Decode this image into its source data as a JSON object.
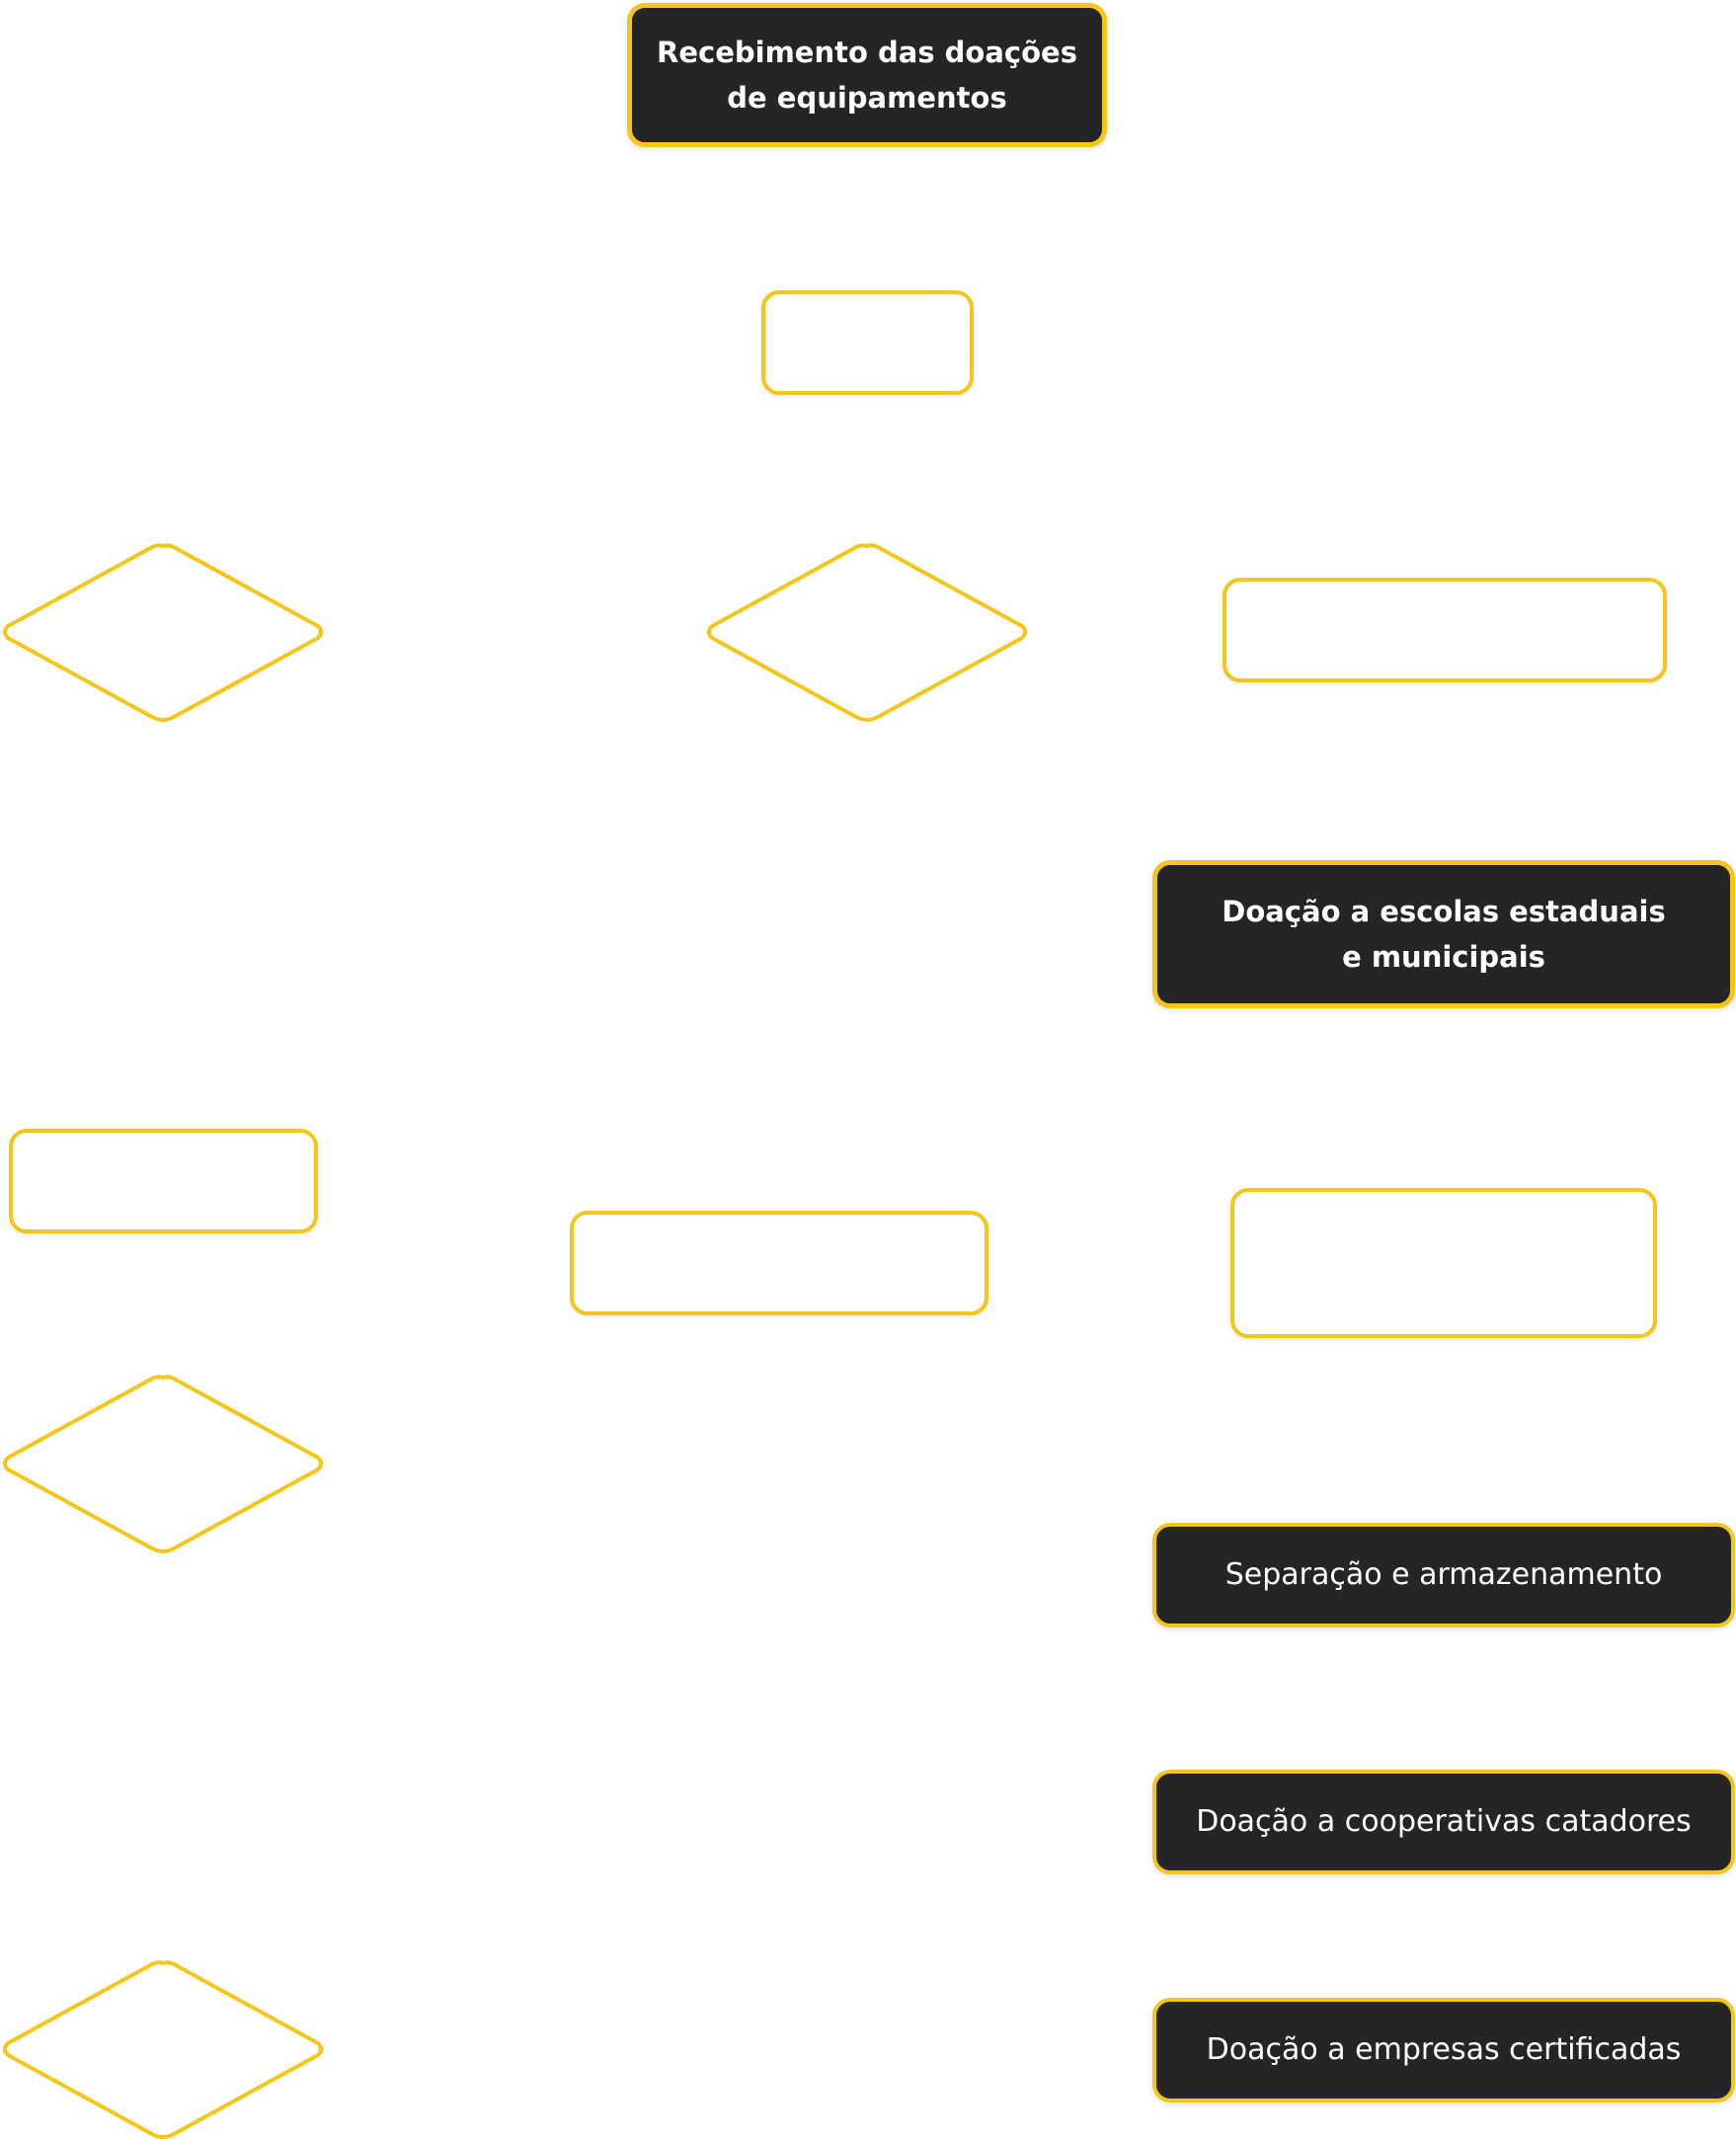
{
  "colors": {
    "accent": "#f5c518",
    "dark_fill": "#252527",
    "text_light": "#ffffff",
    "background": "#ffffff"
  },
  "nodes": {
    "receiving": {
      "label": "Recebimento das doações\nde equipamentos"
    },
    "donation_schools": {
      "label": "Doação a escolas estaduais\ne municipais"
    },
    "separation_storage": {
      "label": "Separação e armazenamento"
    },
    "donation_cooperatives": {
      "label": "Doação a cooperativas catadores"
    },
    "donation_companies": {
      "label": "Doação a empresas certificadas"
    }
  }
}
